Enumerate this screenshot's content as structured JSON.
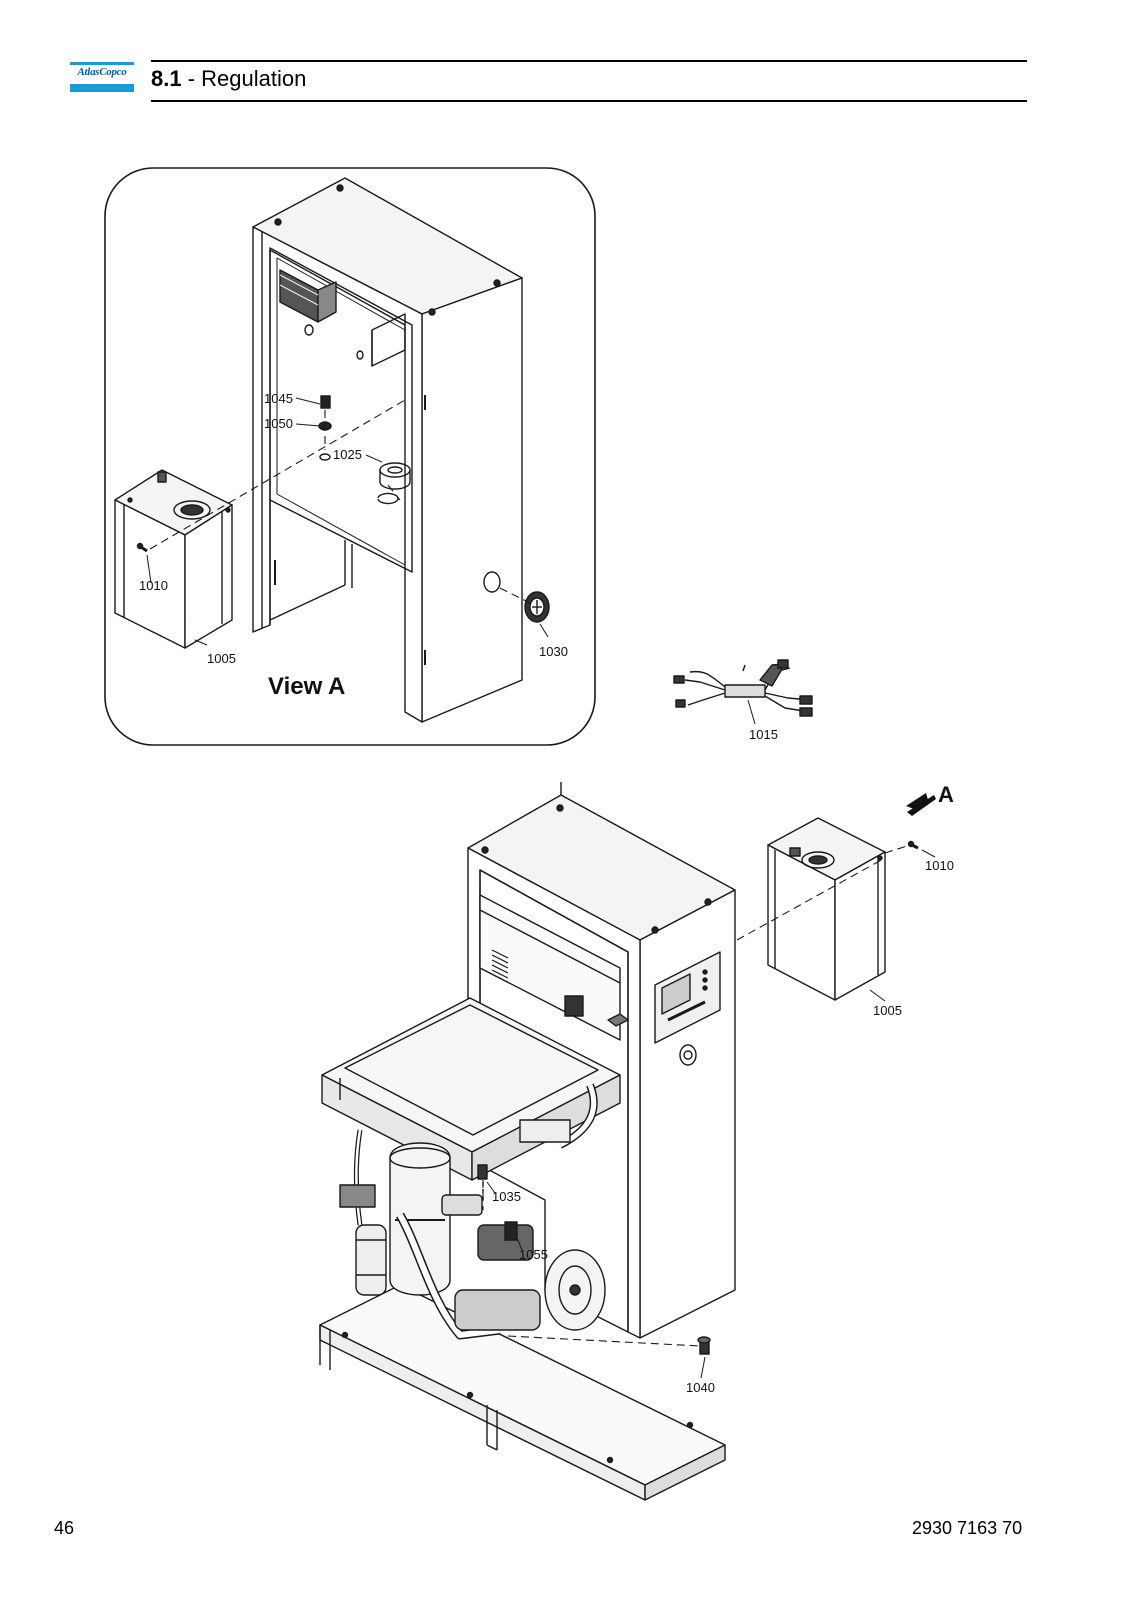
{
  "header": {
    "logo_text": "AtlasCopco",
    "section_number": "8.1",
    "section_separator": " - ",
    "section_title": "Regulation"
  },
  "view_a": {
    "title": "View A",
    "callouts": {
      "c1045": "1045",
      "c1050": "1050",
      "c1025": "1025",
      "c1010": "1010",
      "c1005": "1005",
      "c1030": "1030"
    }
  },
  "harness": {
    "callout": "1015"
  },
  "main_view": {
    "view_marker": "A",
    "callouts": {
      "c1010": "1010",
      "c1005": "1005",
      "c1035": "1035",
      "c1055": "1055",
      "c1040": "1040"
    }
  },
  "footer": {
    "page_number": "46",
    "document_number": "2930 7163 70"
  },
  "colors": {
    "logo_blue": "#1a9ad6",
    "line": "#1a1a1a"
  }
}
